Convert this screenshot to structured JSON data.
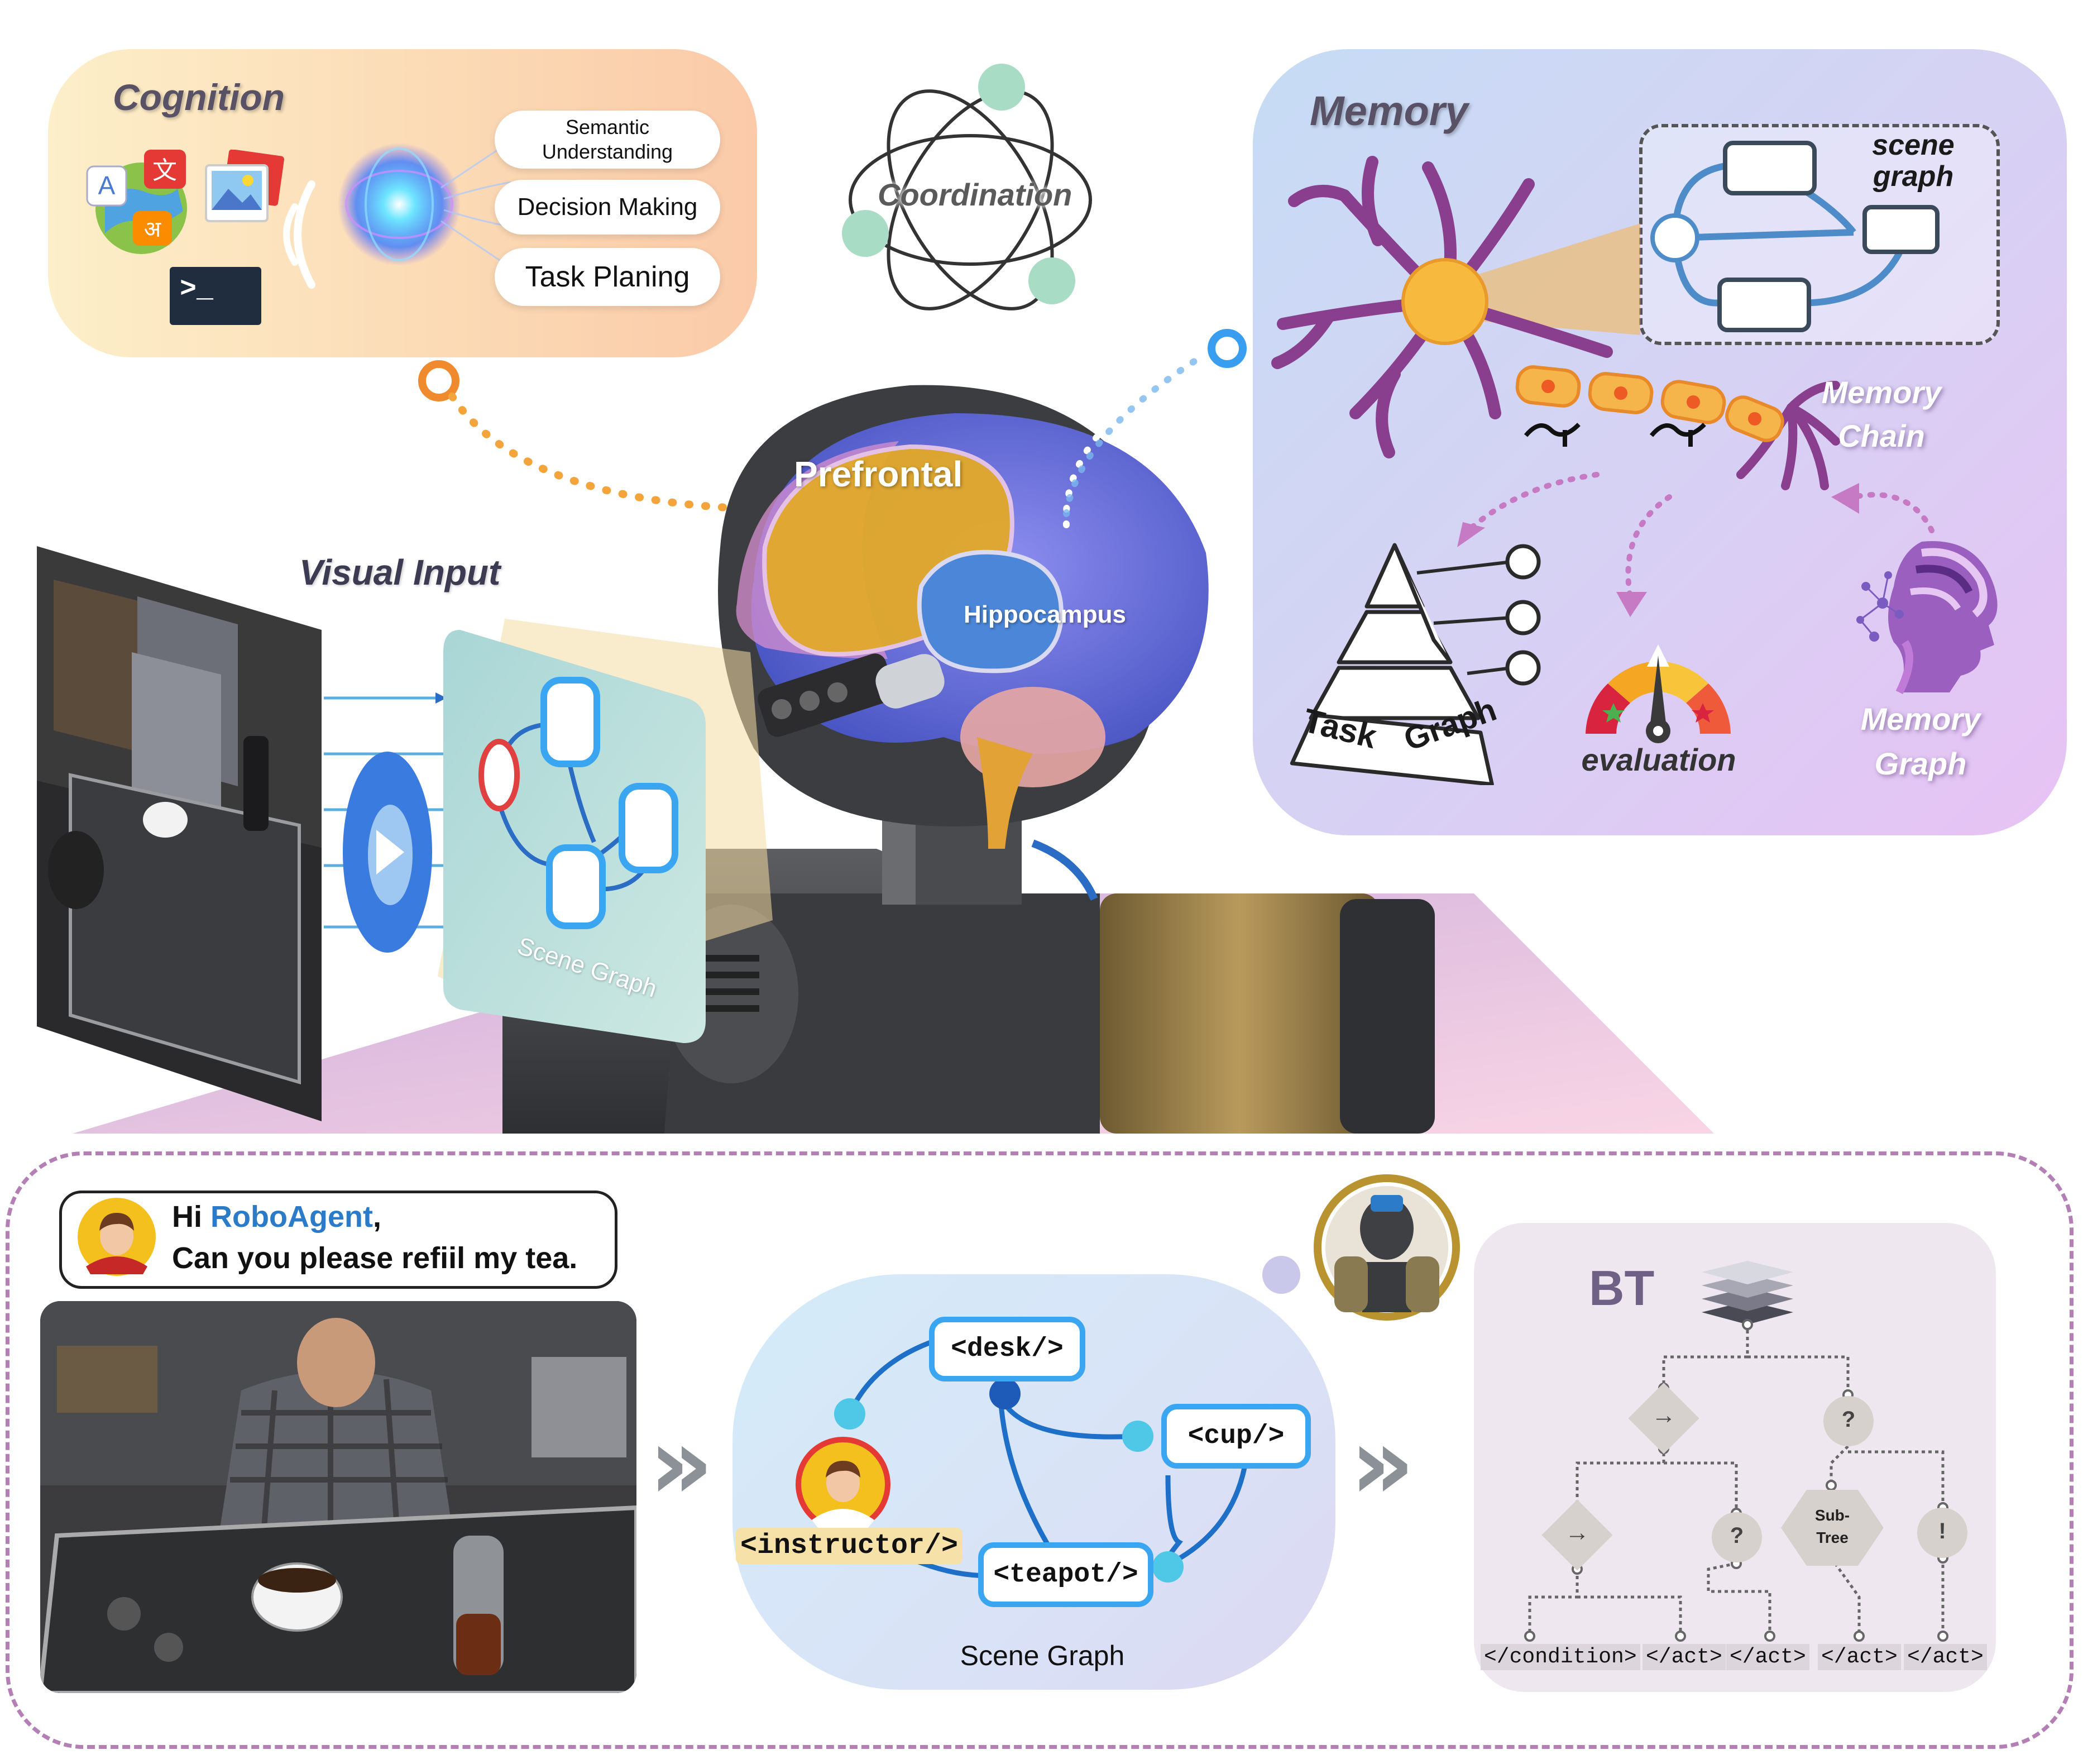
{
  "cognition": {
    "title": "Cognition",
    "items": [
      "Semantic\nUnderstanding",
      "Decision Making",
      "Task Planing"
    ],
    "icons": [
      "language-globe-icon",
      "image-gallery-icon",
      "terminal-icon",
      "wifi-signal-icon",
      "glowing-brain-orb-icon"
    ],
    "terminal_glyph": ">_"
  },
  "coordination": {
    "label": "Coordination",
    "icon": "atom-icon"
  },
  "memory": {
    "title": "Memory",
    "scene_graph_label": "scene\ngraph",
    "memory_chain_label": "Memory\nChain",
    "task_graph_word1": "Task",
    "task_graph_word2": "Graph",
    "evaluation_label": "evaluation",
    "memory_graph_label": "Memory\nGraph",
    "icons": [
      "neuron-icon",
      "pyramid-icon",
      "gauge-icon",
      "head-profile-icon"
    ]
  },
  "brain": {
    "prefrontal": "Prefrontal",
    "hippocampus": "Hippocampus"
  },
  "visual_input": {
    "title": "Visual Input",
    "scene_graph_caption": "Scene Graph"
  },
  "bottom": {
    "speech_greeting": "Hi ",
    "speech_agent": "RoboAgent",
    "speech_comma": ",",
    "speech_request": "Can you please refiil my tea.",
    "scene_graph_title": "Scene Graph",
    "nodes": {
      "desk": "<desk/>",
      "cup": "<cup/>",
      "teapot": "<teapot/>",
      "instructor": "<instructor/>"
    },
    "bt_title": "BT",
    "bt_symbols": {
      "sequence": "→",
      "fallback": "?",
      "action": "!",
      "subtree": "Sub-\nTree"
    },
    "bt_leaves": [
      "</condition>",
      "</act>",
      "</act>",
      "</act>",
      "</act>"
    ],
    "chevrons": "»"
  },
  "colors": {
    "agent_name": "#2b7bc9",
    "node_border": "#3aa5f0",
    "cognition_accent": "#f08a2e",
    "memory_accent": "#3a9ef0"
  }
}
